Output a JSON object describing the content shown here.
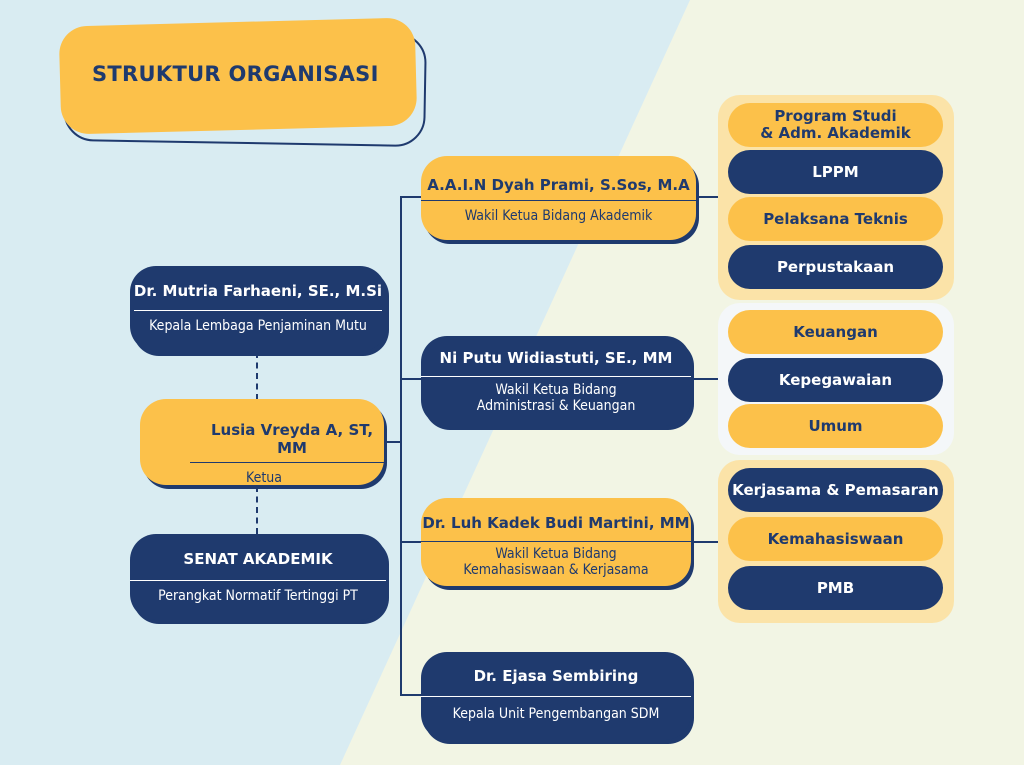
{
  "title": "STRUKTUR ORGANISASI",
  "colors": {
    "navy": "#1f3a6e",
    "gold": "#fcc14a",
    "bg_left": "#d9ecf2",
    "bg_right": "#f2f5e4"
  },
  "lpm": {
    "name": "Dr. Mutria Farhaeni, SE., M.Si",
    "role": "Kepala Lembaga Penjaminan Mutu"
  },
  "ketua": {
    "name": "Lusia Vreyda A, ST, MM",
    "role": "Ketua"
  },
  "senat": {
    "name": "SENAT AKADEMIK",
    "role": "Perangkat Normatif Tertinggi PT"
  },
  "wk1": {
    "name": "A.A.I.N Dyah Prami, S.Sos, M.A",
    "role": "Wakil Ketua Bidang Akademik"
  },
  "wk2": {
    "name": "Ni Putu Widiastuti, SE., MM",
    "role1": "Wakil Ketua Bidang",
    "role2": "Administrasi & Keuangan"
  },
  "wk3": {
    "name": "Dr. Luh Kadek Budi Martini, MM",
    "role1": "Wakil Ketua Bidang",
    "role2": "Kemahasiswaan & Kerjasama"
  },
  "sdm": {
    "name": "Dr. Ejasa Sembiring",
    "role": "Kepala Unit Pengembangan SDM"
  },
  "group1": {
    "items": [
      "Program Studi\n& Adm. Akademik",
      "LPPM",
      "Pelaksana Teknis",
      "Perpustakaan"
    ]
  },
  "group2": {
    "items": [
      "Keuangan",
      "Kepegawaian",
      "Umum"
    ]
  },
  "group3": {
    "items": [
      "Kerjasama & Pemasaran",
      "Kemahasiswaan",
      "PMB"
    ]
  }
}
